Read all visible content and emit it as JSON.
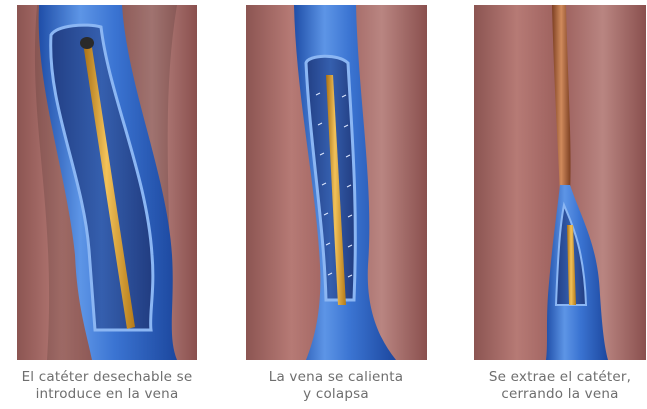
{
  "panels": [
    {
      "caption_line1": "El catéter desechable se",
      "caption_line2": "introduce en la vena"
    },
    {
      "caption_line1": "La vena se calienta",
      "caption_line2": "y colapsa"
    },
    {
      "caption_line1": "Se extrae el catéter,",
      "caption_line2": "cerrando la vena"
    }
  ],
  "colors": {
    "tissue": "#a86a66",
    "tissue_dark": "#7f4745",
    "vein_blue": "#2f67c8",
    "vein_light": "#6fa6ef",
    "vein_inner": "#2b4f9a",
    "catheter": "#e0a12a",
    "catheter_dark": "#a86e12",
    "copper": "#b5693f",
    "caption": "#6e6e6e"
  }
}
